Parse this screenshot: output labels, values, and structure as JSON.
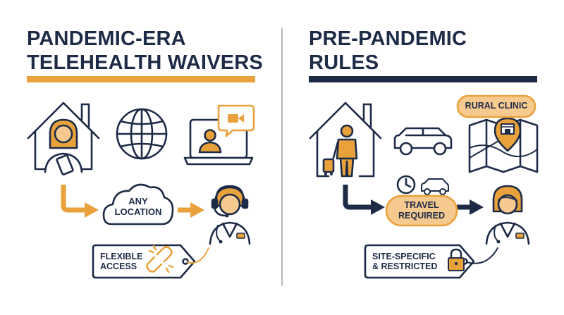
{
  "left_panel": {
    "title_line1": "PANDEMIC-ERA",
    "title_line2": "TELEHEALTH WAIVERS",
    "location_line1": "ANY",
    "location_line2": "LOCATION",
    "tag_line1": "FLEXIBLE",
    "tag_line2": "ACCESS"
  },
  "right_panel": {
    "title_line1": "PRE-PANDEMIC",
    "title_line2": "RULES",
    "clinic_label": "RURAL CLINIC",
    "travel_line1": "TRAVEL",
    "travel_line2": "REQUIRED",
    "tag_line1": "SITE-SPECIFIC",
    "tag_line2": "& RESTRICTED"
  },
  "colors": {
    "navy": "#1d2b47",
    "orange": "#e9a23b",
    "peach": "#f6c98f",
    "divider": "#9aa0a8"
  }
}
